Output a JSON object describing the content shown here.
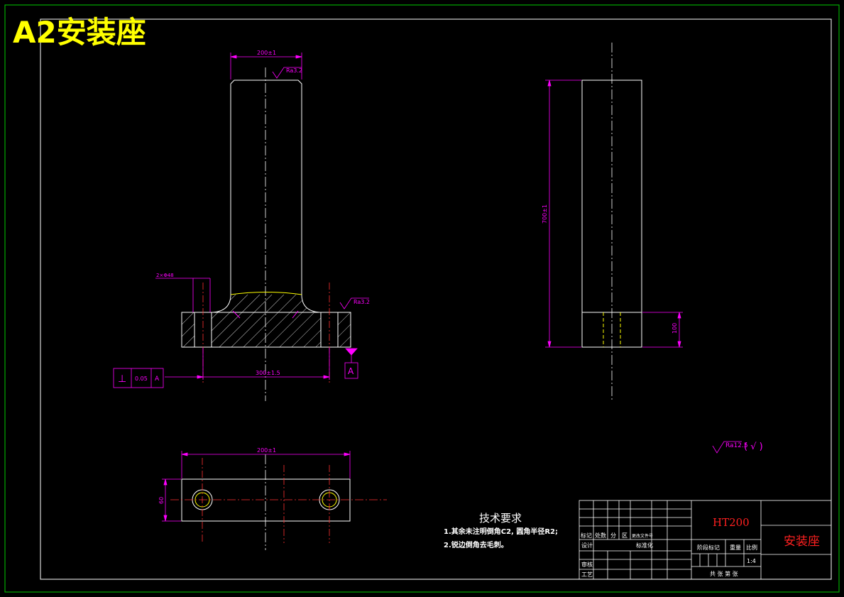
{
  "sheet": {
    "title": "A2安装座"
  },
  "dimensions": {
    "front_top_width": "200±1",
    "roughness_top": "Ra3.2",
    "roughness_base": "Ra3.2",
    "base_hole_note": "2×Φ48",
    "base_hole_span": "300±1.5",
    "side_height": "700±1",
    "side_base_height": "100",
    "plan_width": "200±1",
    "plan_depth": "60"
  },
  "gdt": {
    "symbol": "⊥",
    "tolerance": "0.05",
    "datum": "A"
  },
  "datum_label": "A",
  "roughness_general": "Ra12.5",
  "roughness_general_paren": "( √ )",
  "tech_requirements": {
    "title": "技术要求",
    "items": [
      "1.其余未注明倒角C2, 圆角半径R2;",
      "2.锐边倒角去毛刺。"
    ]
  },
  "title_block": {
    "material": "HT200",
    "part_name": "安装座",
    "scale": "1:4",
    "col_labels": [
      "标记",
      "处数",
      "分",
      "区",
      "更改文件号"
    ],
    "row_design": "设计",
    "row_standard": "标准化",
    "row_review": "审核",
    "row_process": "工艺",
    "stage_mark": "阶段标记",
    "weight": "重量",
    "ratio": "比例",
    "sheets": "共 张 第 张"
  },
  "colors": {
    "border": "#00cc00",
    "line": "#ffffff",
    "dim": "#ff00ff",
    "hatch": "#ffffff",
    "center": "#ff3030",
    "title": "#ffff00",
    "material": "#ff2020"
  }
}
